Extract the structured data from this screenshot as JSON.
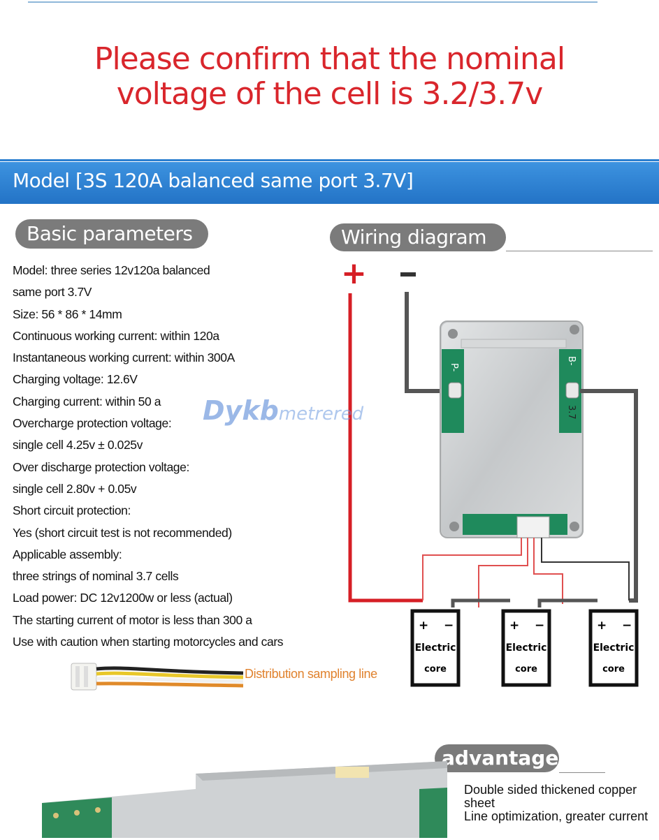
{
  "headline": {
    "line1": "Please confirm that the nominal",
    "line2": "voltage of the cell is 3.2/3.7v"
  },
  "banner": {
    "title": "Model [3S 120A balanced same port 3.7V]"
  },
  "basic": {
    "heading": "Basic parameters",
    "lines": [
      "Model: three series 12v120a balanced",
      "same port 3.7V",
      "Size: 56 * 86 * 14mm",
      "Continuous working current: within 120a",
      "Instantaneous working current: within 300A",
      "Charging voltage: 12.6V",
      "Charging current: within 50 a",
      "Overcharge protection voltage:",
      "single cell 4.25v ± 0.025v",
      "Over discharge protection voltage:",
      "single cell 2.80v + 0.05v",
      "Short circuit protection:",
      "Yes (short circuit test is not recommended)",
      "Applicable assembly:",
      "three strings of nominal 3.7 cells",
      "Load power: DC 12v1200w or less (actual)",
      "The starting current of motor is less than 300 a",
      "Use with caution when starting motorcycles and cars"
    ]
  },
  "watermark": {
    "main": "Dykb",
    "sub": "metrered"
  },
  "wiring": {
    "heading": "Wiring diagram",
    "plus": "+",
    "minus": "-",
    "board_left_label": "P-",
    "board_right_label": "B-",
    "board_voltage": "3.7",
    "cells": [
      {
        "plus": "+",
        "minus": "−",
        "line1": "Electric",
        "line2": "core"
      },
      {
        "plus": "+",
        "minus": "−",
        "line1": "Electric",
        "line2": "core"
      },
      {
        "plus": "+",
        "minus": "−",
        "line1": "Electric",
        "line2": "core"
      }
    ]
  },
  "cable_label": "Distribution sampling line",
  "advantage": {
    "heading": "advantage",
    "lines": [
      "Double sided thickened copper sheet",
      "Line optimization, greater current"
    ]
  },
  "colors": {
    "headline": "#d9262c",
    "banner": "#2b7fd0",
    "pill": "#7b7b7b",
    "positive_wire": "#d61f26",
    "negative_wire": "#555555",
    "balance_wire": "#e05050"
  }
}
